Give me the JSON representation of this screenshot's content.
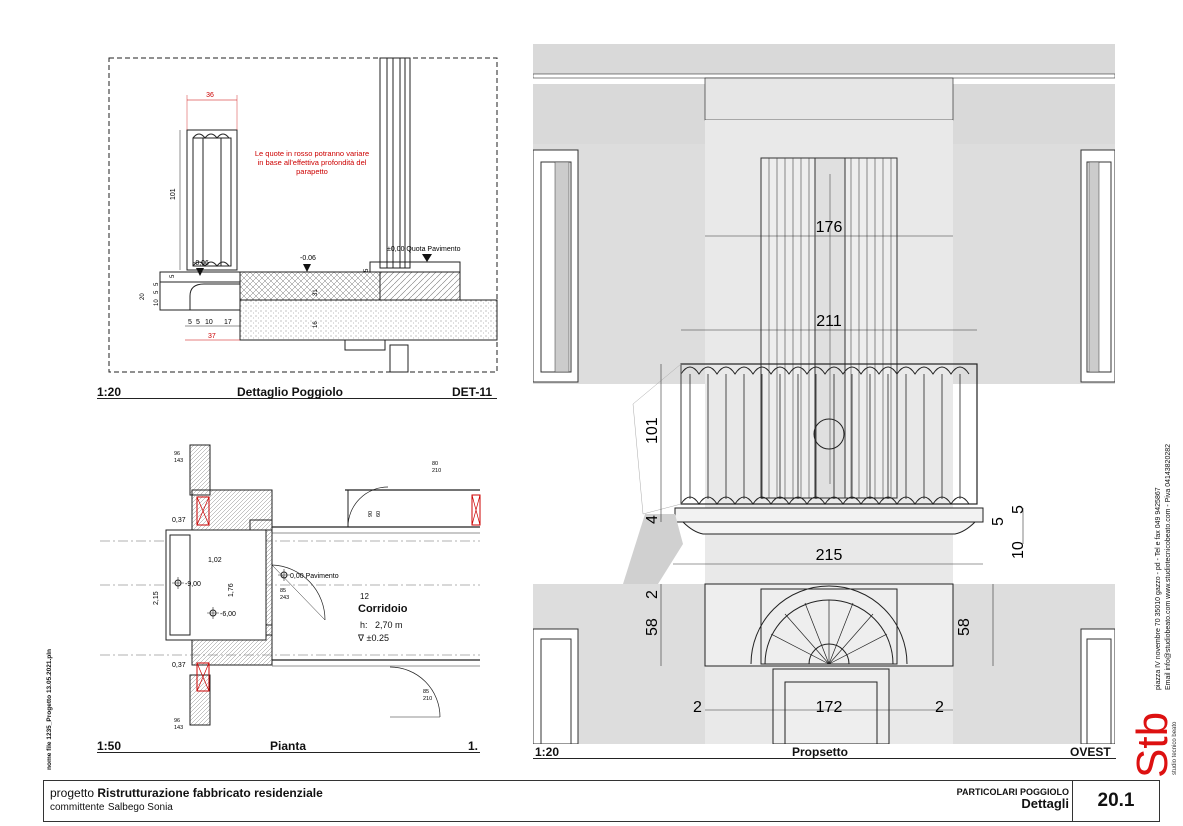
{
  "detail_section": {
    "scale": "1:20",
    "title": "Dettaglio Poggiolo",
    "code": "DET-11",
    "note": "Le quote in rosso potranno variare in base all'effettiva profondità del parapetto",
    "dims": {
      "width_top": "36",
      "height": "101",
      "level_left": "-0,06",
      "level_mid": "-0.06",
      "level_right": "±0,00 Quota Pavimento",
      "left_a": "20",
      "left_b": "10",
      "left_c": "5",
      "left_d": "5",
      "bottom_a": "5",
      "bottom_b": "5",
      "bottom_c": "10",
      "bottom_d": "17",
      "bottom_total": "37",
      "small_a": "5",
      "small_b": "5",
      "slab_a": "31",
      "slab_b": "16"
    }
  },
  "plan": {
    "scale": "1:50",
    "title": "Pianta",
    "code": "1.",
    "room_number": "12",
    "room_name": "Corridoio",
    "room_height": "h:   2,70 m",
    "room_level": "∇ ±0.25",
    "levels": {
      "floor": "0,00 Pavimento",
      "minus9": "-9,00",
      "minus6": "-6,00"
    },
    "dims": {
      "d037_top": "0,37",
      "d037_bottom": "0,37",
      "d102": "1,02",
      "d176": "1,76",
      "d215": "2,15",
      "door_85a": "85",
      "door_243": "243",
      "door_80": "80",
      "door_210a": "210",
      "door_90": "90",
      "door_60": "60",
      "door_85b": "85",
      "door_210b": "210",
      "win_96a": "96",
      "win_143a": "143",
      "win_96b": "96",
      "win_143b": "143"
    }
  },
  "elevation": {
    "scale": "1:20",
    "title": "Propsetto",
    "code": "OVEST",
    "dims": {
      "d176": "176",
      "d211": "211",
      "d101": "101",
      "d4": "4",
      "d5a": "5",
      "d5b": "5",
      "d215": "215",
      "d10": "10",
      "d2_left": "2",
      "d58_left": "58",
      "d58_right": "58",
      "d2_bl": "2",
      "d172": "172",
      "d2_br": "2"
    }
  },
  "side_file": "nome file 1235_Progetto 13.05.2021.pln",
  "studio": {
    "logo": "Stb",
    "logo_sub": "studio tecnico beato",
    "address": "piazza IV novembre 70  35010 gazzo - pd -  Tel e fax 049 9425867",
    "web": "Email info@studiobeato.com   www.studiotecnicobeato.com  - Piva 04143820282"
  },
  "title_block": {
    "project_label": "progetto",
    "project_name": "Ristrutturazione fabbricato residenziale",
    "client_label": "committente",
    "client_name": "Salbego Sonia",
    "sheet_sub": "PARTICOLARI POGGIOLO",
    "sheet_title": "Dettagli",
    "sheet_number": "20.1"
  }
}
